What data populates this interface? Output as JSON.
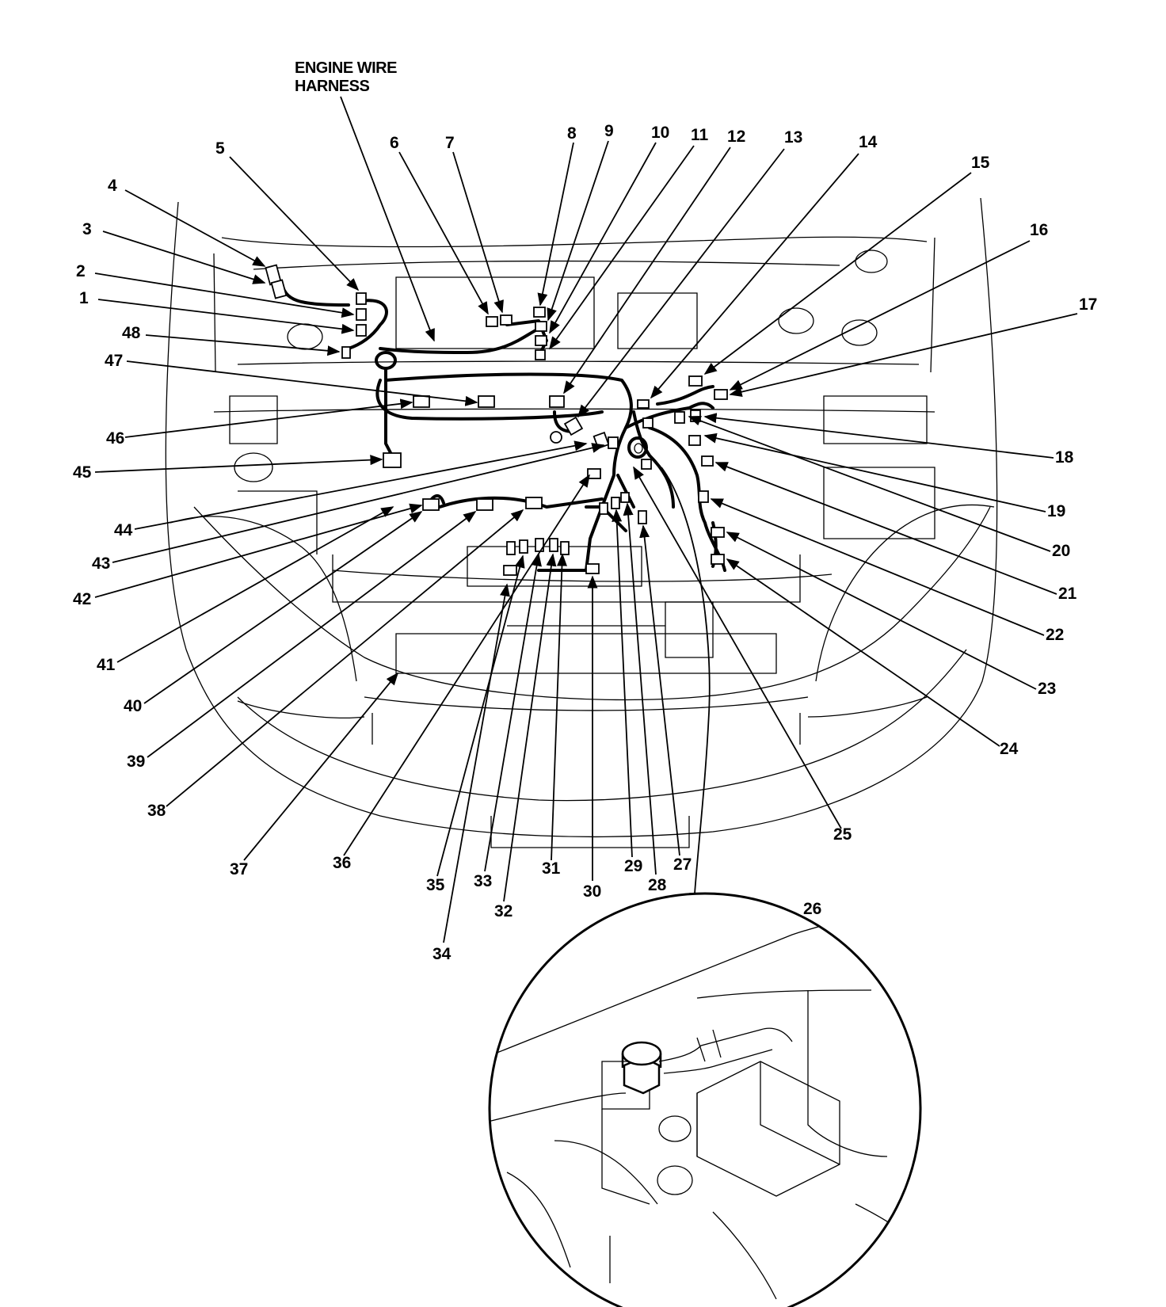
{
  "harness_label": [
    "ENGINE WIRE",
    "HARNESS"
  ],
  "callouts": [
    "1",
    "2",
    "3",
    "4",
    "5",
    "6",
    "7",
    "8",
    "9",
    "10",
    "11",
    "12",
    "13",
    "14",
    "15",
    "16",
    "17",
    "18",
    "19",
    "20",
    "21",
    "22",
    "23",
    "24",
    "25",
    "26",
    "27",
    "28",
    "29",
    "30",
    "31",
    "32",
    "33",
    "34",
    "35",
    "36",
    "37",
    "38",
    "39",
    "40",
    "41",
    "42",
    "43",
    "44",
    "45",
    "46",
    "47",
    "48"
  ],
  "colors": {
    "line": "#000000",
    "background": "#ffffff"
  }
}
